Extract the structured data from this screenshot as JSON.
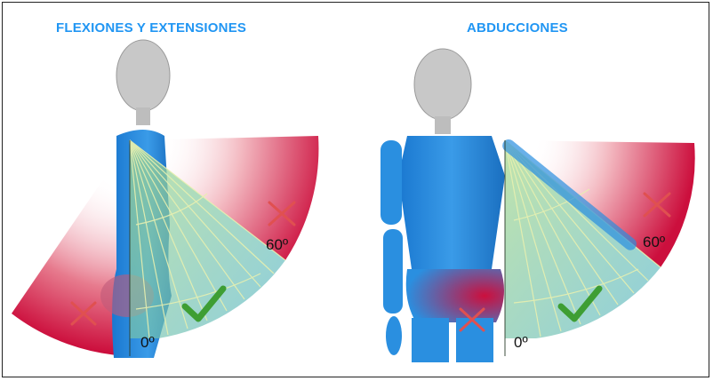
{
  "colors": {
    "title": "#2196f3",
    "figure_blue": "#2a8fe0",
    "figure_blue_dark": "#1a6fc0",
    "head_gray": "#c8c8c8",
    "forbidden_red": "#cc0f3d",
    "allowed_green": "#9bd27a",
    "cross_red": "#e05050",
    "check_green": "#3e9e33"
  },
  "panels": [
    {
      "title": "FLEXIONES Y EXTENSIONES",
      "label_top": "60º",
      "label_bottom": "0º"
    },
    {
      "title": "ABDUCCIONES",
      "label_top": "60º",
      "label_bottom": "0º"
    }
  ]
}
